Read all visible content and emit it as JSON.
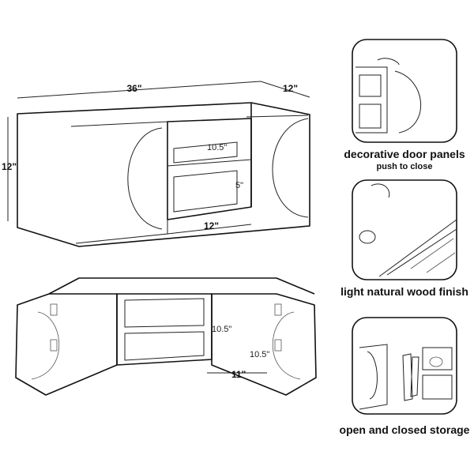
{
  "dimensions": {
    "width": "36\"",
    "depth": "12\"",
    "height": "12\"",
    "shelf_height": "10.5\"",
    "lower_height": "5\"",
    "opening_width": "12\"",
    "open_height": "10.5\"",
    "open_width": "11\"",
    "door_height": "10.5\""
  },
  "callouts": [
    {
      "title": "decorative door panels",
      "subtitle": "push to close"
    },
    {
      "title": "light natural wood finish",
      "subtitle": ""
    },
    {
      "title": "open and closed storage",
      "subtitle": ""
    }
  ],
  "colors": {
    "line": "#111111",
    "background": "#ffffff"
  }
}
